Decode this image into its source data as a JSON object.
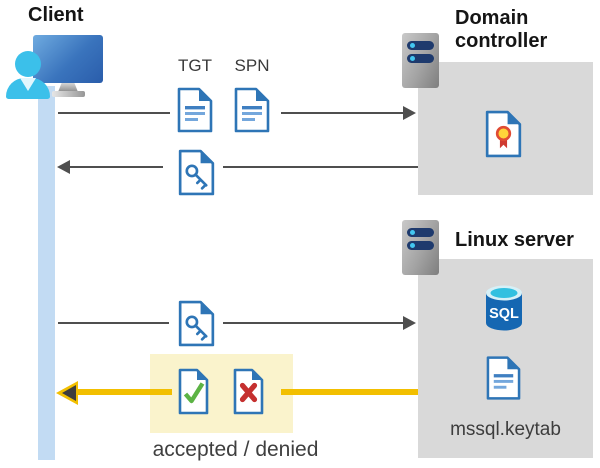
{
  "labels": {
    "client": "Client",
    "tgt": "TGT",
    "spn": "SPN",
    "domain_controller": "Domain controller",
    "linux_server": "Linux server",
    "sql": "SQL",
    "keytab": "mssql.keytab",
    "result": "accepted / denied"
  },
  "icons": {
    "client": "client-user-workstation-icon",
    "server": "server-icon",
    "certificate": "certificate-document-icon",
    "sql": "sql-database-icon",
    "ticket_document": "document-icon",
    "key_ticket": "key-ticket-document-icon",
    "accepted": "accepted-document-icon",
    "denied": "denied-document-icon"
  },
  "colors": {
    "document_blue": "#2e75b6",
    "document_line_blue": "#74a7dc",
    "lifeline_blue": "#c2dbf3",
    "box_gray": "#d9d9d9",
    "highlight_yellow": "#faf3cc",
    "arrow_gray": "#4f4f4f",
    "arrow_yellow": "#f2bf00",
    "check_green": "#5cb344",
    "cross_red": "#c5302f",
    "sql_body_blue": "#1567b2",
    "sql_top_cyan": "#32c0e0",
    "person_cyan": "#3bc0ea",
    "server_bar_navy": "#1e3a6d",
    "seal_yellow": "#ffd43a",
    "ribbon_red": "#cf3a30"
  }
}
